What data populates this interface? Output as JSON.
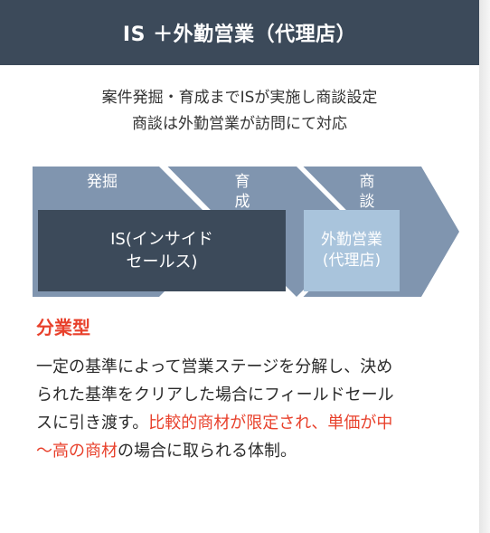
{
  "header": {
    "title": "IS ＋外勤営業（代理店）"
  },
  "intro": {
    "line1": "案件発掘・育成までISが実施し商談設定",
    "line2": "商談は外勤営業が訪問にて対応"
  },
  "diagram": {
    "stages": [
      {
        "label": "発掘"
      },
      {
        "label": "育成"
      },
      {
        "label": "商談"
      }
    ],
    "is_box": {
      "line1": "IS(インサイド",
      "line2": "セールス)"
    },
    "field_box": {
      "line1": "外勤営業",
      "line2": "(代理店)"
    },
    "colors": {
      "arrow": "#8095af",
      "is_box": "#3c4a5a",
      "field_box": "#a9c4dc"
    }
  },
  "section": {
    "title": "分業型",
    "lines": [
      {
        "parts": [
          "一定の基準によって営業ステージを分解し、決め"
        ]
      },
      {
        "parts": [
          "られた基準をクリアした場合にフィールドセール"
        ]
      },
      {
        "parts": [
          "スに引き渡す。",
          "比較的商材が限定され、単価が中"
        ]
      },
      {
        "parts": [
          "〜高の商材",
          "の場合に取られる体制。"
        ]
      }
    ],
    "highlight_color": "#e8412c"
  },
  "colors": {
    "header_bg": "#3c4a5a",
    "accent": "#e8412c"
  }
}
